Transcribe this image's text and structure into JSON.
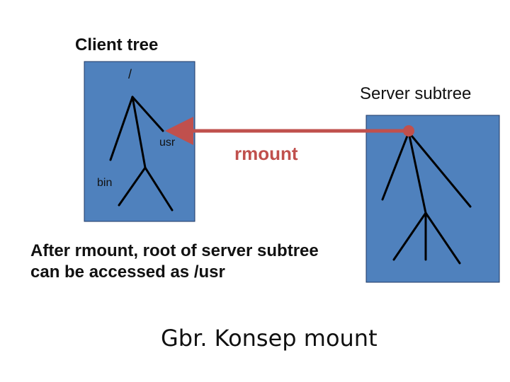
{
  "client": {
    "title": "Client tree",
    "root_label": "/",
    "usr_label": "usr",
    "bin_label": "bin"
  },
  "server": {
    "title": "Server subtree"
  },
  "operation": {
    "label": "rmount"
  },
  "explanation": {
    "line1": "After rmount, root of server subtree",
    "line2": "can be accessed as /usr"
  },
  "figure_caption": "Gbr. Konsep mount",
  "colors": {
    "box_fill": "#4f81bd",
    "box_border": "#1f3864",
    "arrow": "#c0504d",
    "tree_line": "#000000"
  }
}
